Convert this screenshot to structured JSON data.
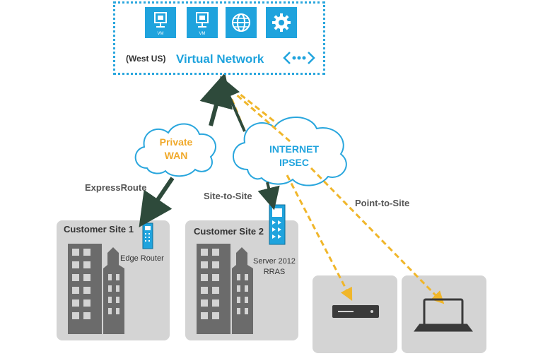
{
  "vnet": {
    "region": "(West US)",
    "title": "Virtual Network",
    "tiles": [
      {
        "icon": "vm-icon",
        "label": "VM"
      },
      {
        "icon": "vm-icon",
        "label": "VM"
      },
      {
        "icon": "globe-icon",
        "label": ""
      },
      {
        "icon": "gear-icon",
        "label": ""
      }
    ]
  },
  "clouds": {
    "private_wan_line1": "Private",
    "private_wan_line2": "WAN",
    "internet_line1": "INTERNET",
    "internet_line2": "IPSEC"
  },
  "connections": {
    "expressroute": "ExpressRoute",
    "site_to_site": "Site-to-Site",
    "point_to_site": "Point-to-Site"
  },
  "sites": {
    "site1_title": "Customer Site 1",
    "site1_device": "Edge Router",
    "site2_title": "Customer Site 2",
    "site2_device_line1": "Server 2012",
    "site2_device_line2": "RRAS"
  },
  "colors": {
    "accent_blue": "#1fa3dd",
    "dark_green": "#2e4a3b",
    "dashed_orange": "#f0b62a",
    "site_gray": "#d4d4d4"
  }
}
